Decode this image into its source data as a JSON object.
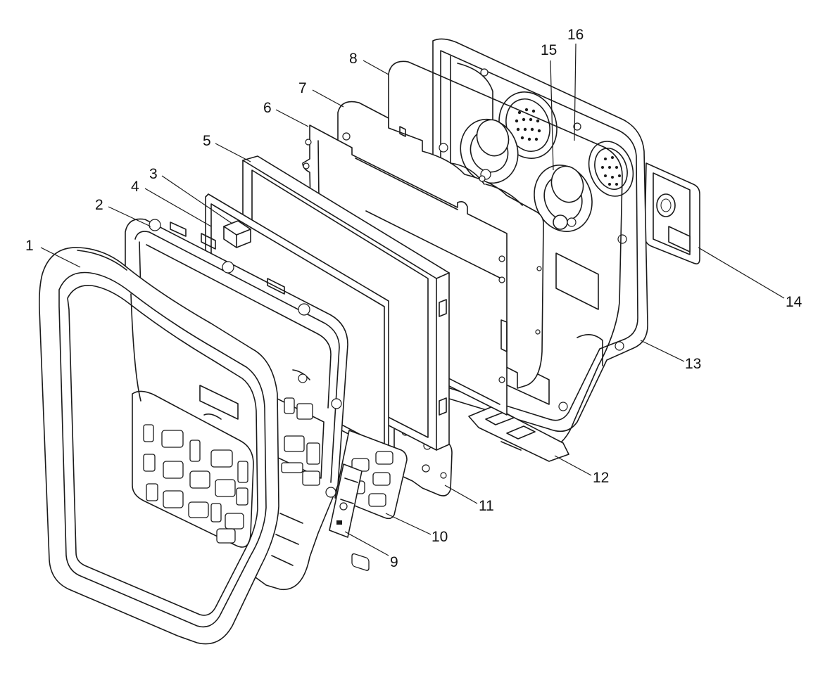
{
  "callouts": [
    {
      "id": 1,
      "label": "1"
    },
    {
      "id": 2,
      "label": "2"
    },
    {
      "id": 3,
      "label": "3"
    },
    {
      "id": 4,
      "label": "4"
    },
    {
      "id": 5,
      "label": "5"
    },
    {
      "id": 6,
      "label": "6"
    },
    {
      "id": 7,
      "label": "7"
    },
    {
      "id": 8,
      "label": "8"
    },
    {
      "id": 9,
      "label": "9"
    },
    {
      "id": 10,
      "label": "10"
    },
    {
      "id": 11,
      "label": "11"
    },
    {
      "id": 12,
      "label": "12"
    },
    {
      "id": 13,
      "label": "13"
    },
    {
      "id": 14,
      "label": "14"
    },
    {
      "id": 15,
      "label": "15"
    },
    {
      "id": 16,
      "label": "16"
    }
  ],
  "colors": {
    "line": "#1a1a1a",
    "background": "#ffffff"
  }
}
